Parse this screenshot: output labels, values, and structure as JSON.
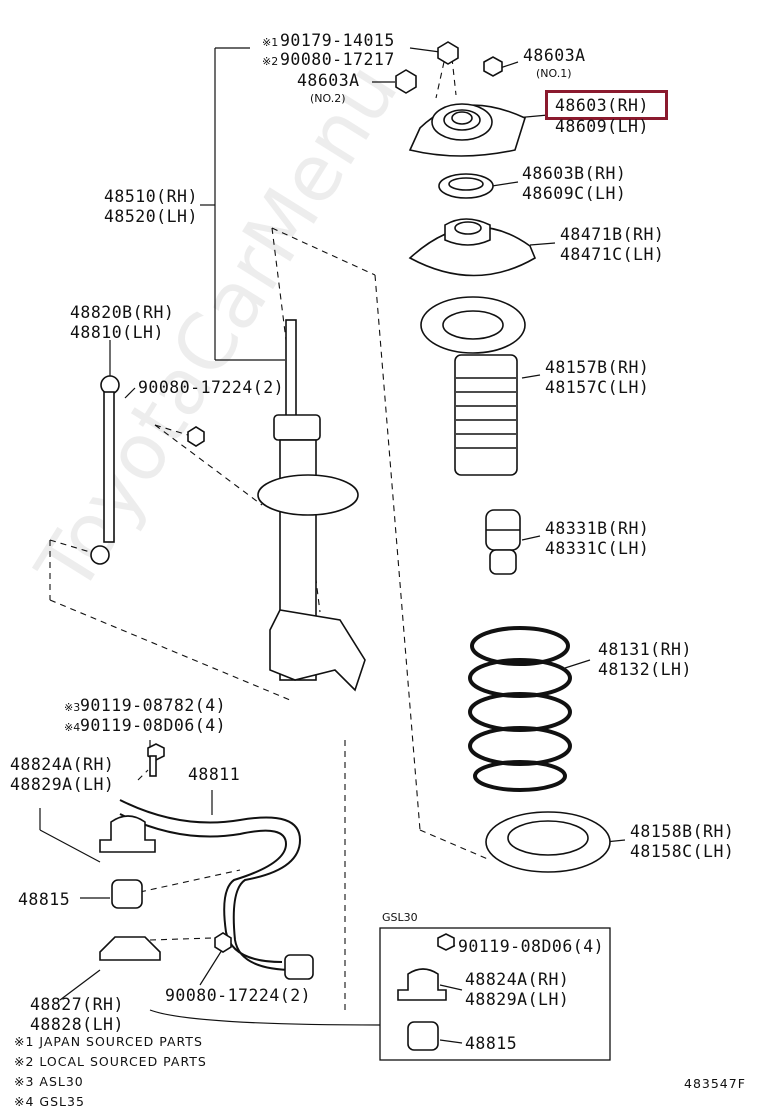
{
  "watermark": "ToyotaCarMenu",
  "callouts": {
    "bolt_jp": "90179-14015",
    "bolt_local": "90080-17217",
    "mark_1": "※1",
    "mark_2": "※2",
    "mark_3": "※3",
    "mark_4": "※4",
    "nut_a_no1": "48603A",
    "nut_a_no1_sub": "(NO.1)",
    "nut_a_no2": "48603A",
    "nut_a_no2_sub": "(NO.2)",
    "support_rh": "48603(RH)",
    "support_lh": "48609(LH)",
    "bearing_rh": "48603B(RH)",
    "bearing_lh": "48609C(LH)",
    "upper_seat_rh": "48471B(RH)",
    "upper_seat_lh": "48471C(LH)",
    "strut_rh": "48510(RH)",
    "strut_lh": "48520(LH)",
    "link_rh": "48820B(RH)",
    "link_lh": "48810(LH)",
    "link_nut": "90080-17224(2)",
    "boot_rh": "48157B(RH)",
    "boot_lh": "48157C(LH)",
    "bumper_rh": "48331B(RH)",
    "bumper_lh": "48331C(LH)",
    "spring_rh": "48131(RH)",
    "spring_lh": "48132(LH)",
    "insulator_rh": "48158B(RH)",
    "insulator_lh": "48158C(LH)",
    "stab_bolt_asl": "90119-08782(4)",
    "stab_bolt_gsl": "90119-08D06(4)",
    "stab_bar": "48811",
    "bracket_rh": "48824A(RH)",
    "bracket_lh": "48829A(LH)",
    "bushing": "48815",
    "clamp_rh": "48827(RH)",
    "clamp_lh": "48828(LH)",
    "stab_nut": "90080-17224(2)",
    "gsl_title": "GSL30",
    "gsl_bolt": "90119-08D06(4)",
    "gsl_bracket_rh": "48824A(RH)",
    "gsl_bracket_lh": "48829A(LH)",
    "gsl_bushing": "48815"
  },
  "notes": [
    "※1 JAPAN SOURCED PARTS",
    "※2 LOCAL SOURCED PARTS",
    "※3 ASL30",
    "※4 GSL35"
  ],
  "figure_id": "483547F",
  "highlight_part": "48603(RH)"
}
